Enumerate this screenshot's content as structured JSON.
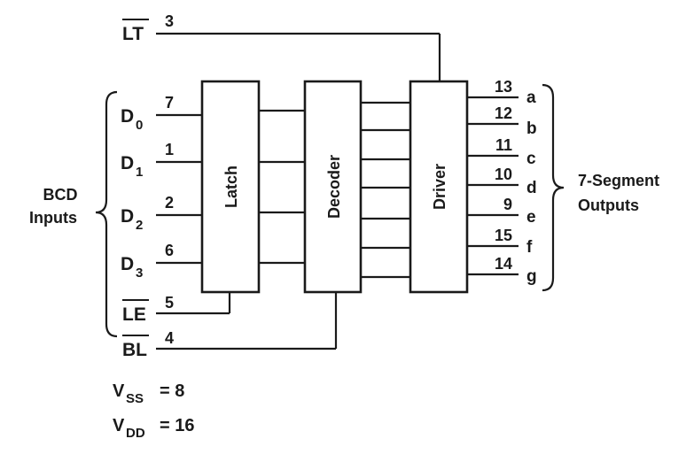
{
  "inputs": [
    {
      "base": "D",
      "sub": "0",
      "pin": "7"
    },
    {
      "base": "D",
      "sub": "1",
      "pin": "1"
    },
    {
      "base": "D",
      "sub": "2",
      "pin": "2"
    },
    {
      "base": "D",
      "sub": "3",
      "pin": "6"
    }
  ],
  "controls": {
    "lt": {
      "label": "LT",
      "pin": "3"
    },
    "le": {
      "label": "LE",
      "pin": "5"
    },
    "bl": {
      "label": "BL",
      "pin": "4"
    }
  },
  "blocks": {
    "latch": "Latch",
    "decoder": "Decoder",
    "driver": "Driver"
  },
  "group_left": {
    "line1": "BCD",
    "line2": "Inputs"
  },
  "group_right": {
    "line1": "7-Segment",
    "line2": "Outputs"
  },
  "outputs": [
    {
      "pin": "13",
      "seg": "a"
    },
    {
      "pin": "12",
      "seg": "b"
    },
    {
      "pin": "11",
      "seg": "c"
    },
    {
      "pin": "10",
      "seg": "d"
    },
    {
      "pin": "9",
      "seg": "e"
    },
    {
      "pin": "15",
      "seg": "f"
    },
    {
      "pin": "14",
      "seg": "g"
    }
  ],
  "power": {
    "vss": {
      "base": "V",
      "sub": "SS",
      "value": "= 8"
    },
    "vdd": {
      "base": "V",
      "sub": "DD",
      "value": "= 16"
    }
  }
}
